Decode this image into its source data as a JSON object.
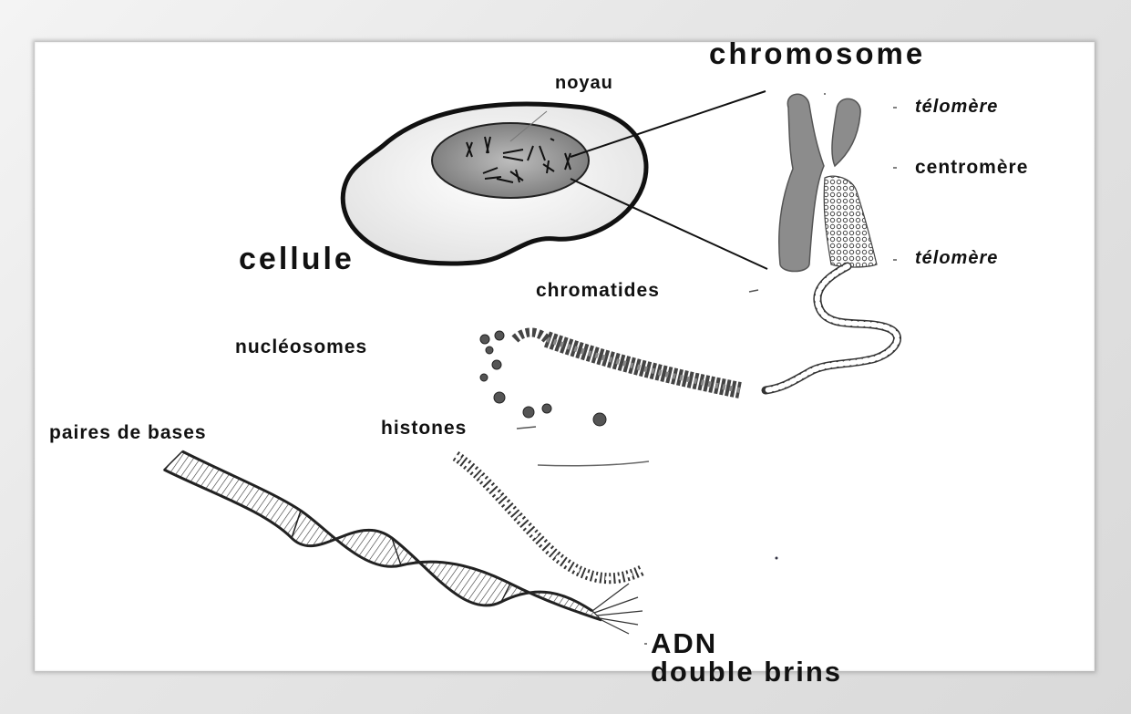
{
  "labels": {
    "chromosome": "chromosome",
    "noyau": "noyau",
    "telomere_top": "télomère",
    "centromere": "centromère",
    "telomere_bottom": "télomère",
    "cellule": "cellule",
    "chromatides": "chromatides",
    "nucleosomes": "nucléosomes",
    "paires_de_bases": "paires de bases",
    "histones": "histones",
    "adn": "ADN",
    "double_brins": "double brins"
  },
  "colors": {
    "outline": "#111111",
    "cell_fill": "#f1f1f1",
    "nucleus_fill": "#9a9a9a",
    "chromosome_fill": "#8c8c8c",
    "frame": "#dcdcdc"
  }
}
